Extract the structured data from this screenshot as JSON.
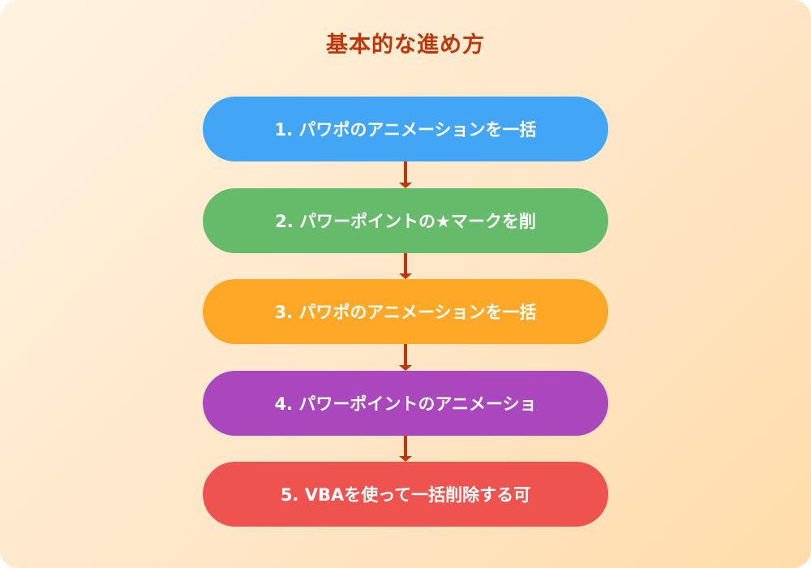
{
  "diagram": {
    "title": "基本的な進め方",
    "title_color": "#bf360c",
    "arrow_color": "#bf360c",
    "steps": [
      {
        "label": "1. パワポのアニメーションを一括",
        "color": "#42a5f5"
      },
      {
        "label": "2. パワーポイントの★マークを削",
        "color": "#66bb6a"
      },
      {
        "label": "3. パワポのアニメーションを一括",
        "color": "#ffa726"
      },
      {
        "label": "4. パワーポイントのアニメーショ",
        "color": "#ab47bc"
      },
      {
        "label": "5. VBAを使って一括削除する可",
        "color": "#ef5350"
      }
    ]
  }
}
